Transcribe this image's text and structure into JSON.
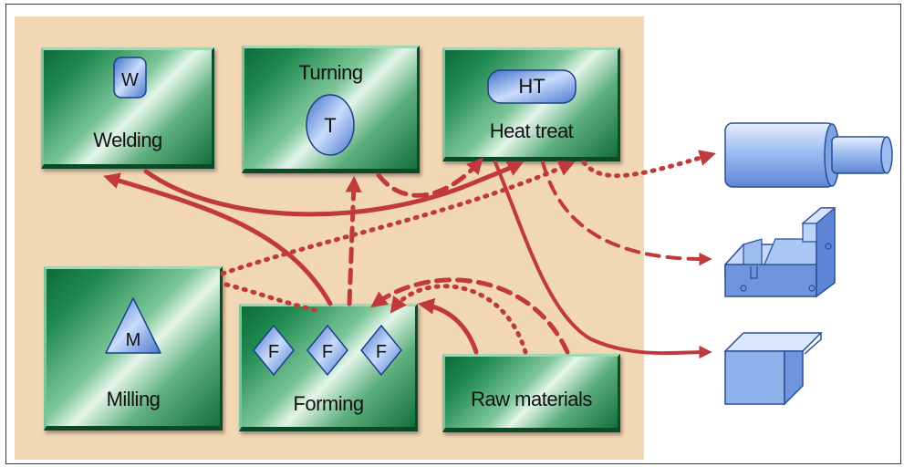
{
  "machines": {
    "welding": {
      "name": "Welding",
      "symbol": "W"
    },
    "turning": {
      "name": "Turning",
      "symbol": "T"
    },
    "heat_treat": {
      "name": "Heat treat",
      "symbol": "HT"
    },
    "milling": {
      "name": "Milling",
      "symbol": "M"
    },
    "forming": {
      "name": "Forming",
      "symbol": "F"
    },
    "raw_materials": {
      "name": "Raw materials"
    }
  },
  "colors": {
    "background_panel": "#f2d7b5",
    "machine_green": "#1e8a4f",
    "flow_arrow": "#c0393b",
    "symbol_blue": "#7fa6e6",
    "part_blue": "#8fb1ea"
  }
}
